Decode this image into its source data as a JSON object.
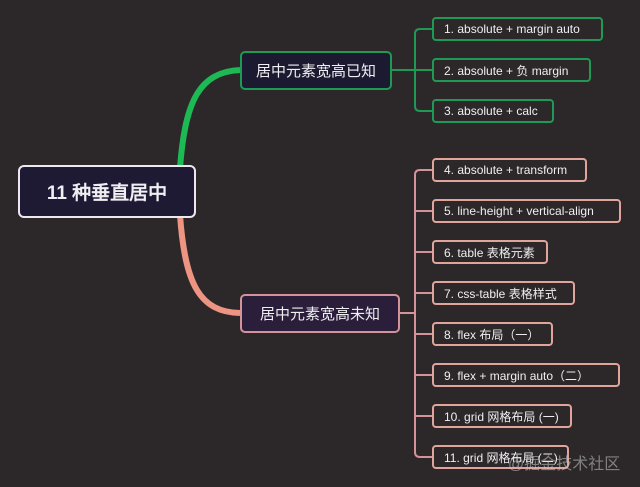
{
  "root": {
    "label": "11 种垂直居中"
  },
  "branches": [
    {
      "label": "居中元素宽高已知",
      "color": "#1f9a55",
      "leaves": [
        "1. absolute + margin auto",
        "2. absolute + 负 margin",
        "3. absolute + calc"
      ]
    },
    {
      "label": "居中元素宽高未知",
      "color": "#e0a49a",
      "leaves": [
        "4. absolute + transform",
        "5. line-height + vertical-align",
        "6. table 表格元素",
        "7. css-table 表格样式",
        "8. flex 布局（一）",
        "9. flex + margin auto（二）",
        "10. grid 网格布局 (一)",
        "11. grid 网格布局 (二)"
      ]
    }
  ],
  "watermark": "@掘金技术社区"
}
